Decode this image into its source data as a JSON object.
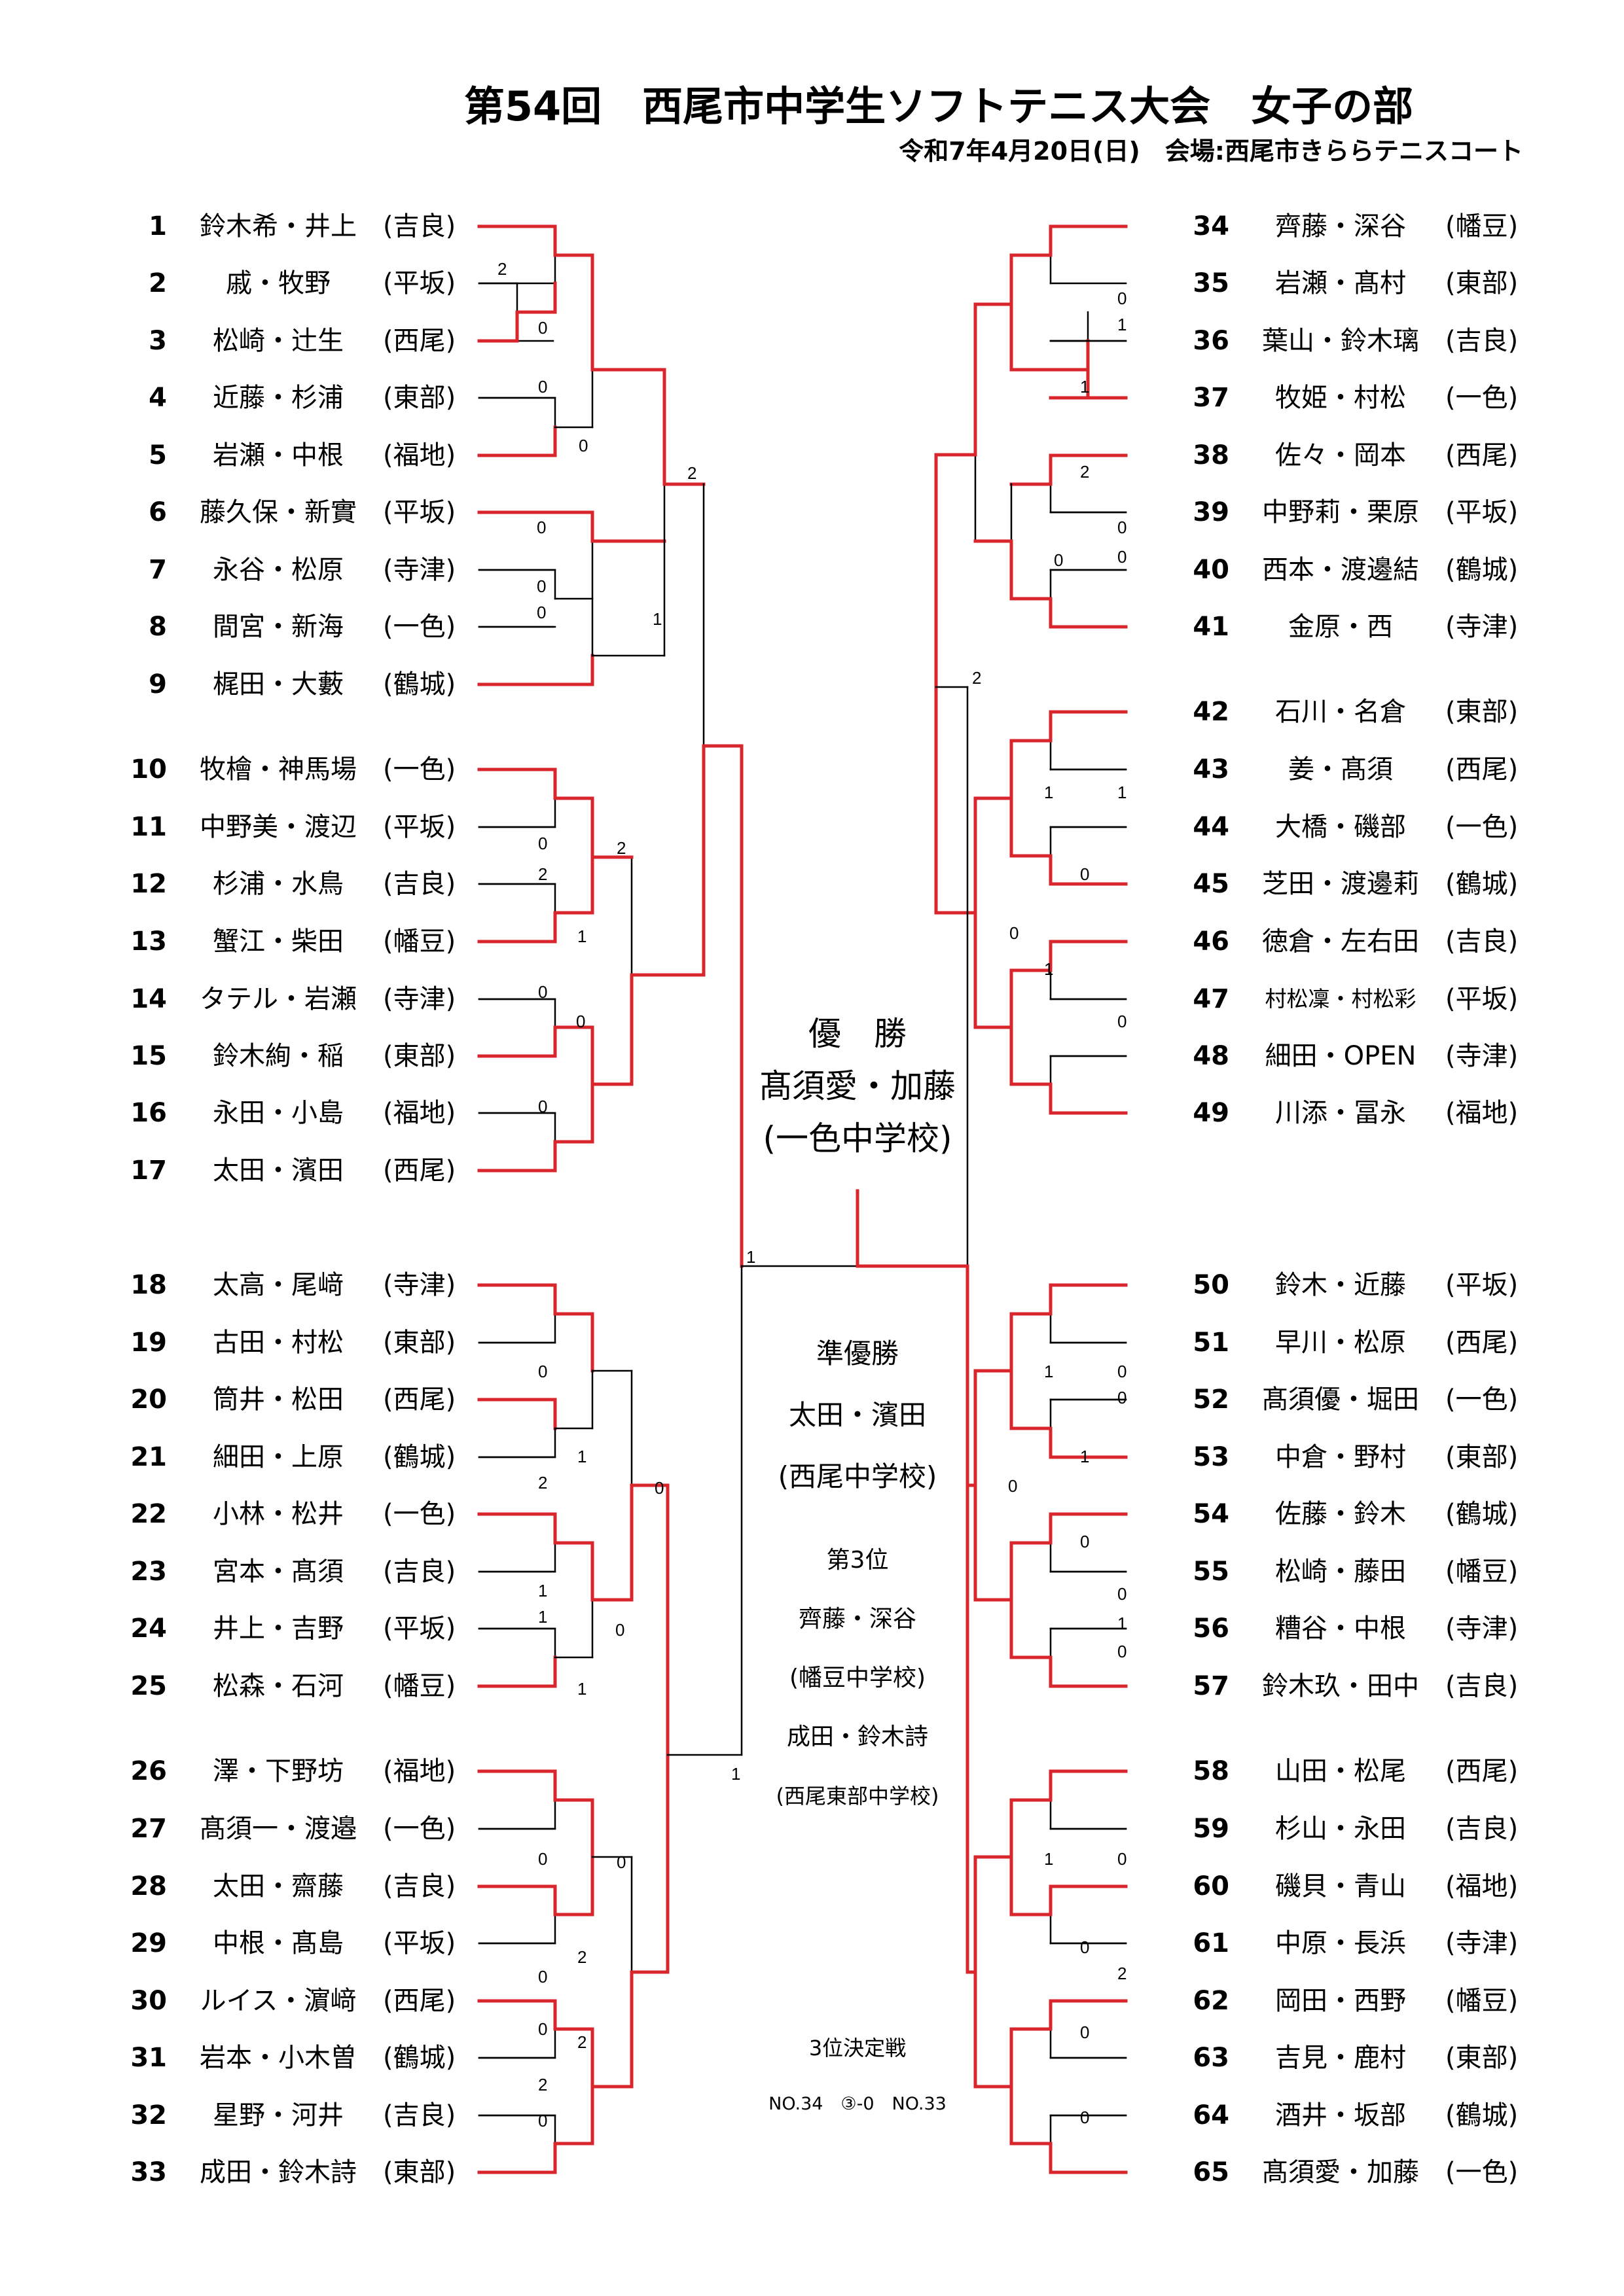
{
  "header": {
    "title": "第54回　西尾市中学生ソフトテニス大会　女子の部",
    "subtitle": "令和7年4月20日(日)　会場:西尾市きららテニスコート"
  },
  "left_entries": [
    {
      "num": "1",
      "names": "鈴木希・井上",
      "school": "(吉良)"
    },
    {
      "num": "2",
      "names": "戚・牧野",
      "school": "(平坂)"
    },
    {
      "num": "3",
      "names": "松崎・辻生",
      "school": "(西尾)"
    },
    {
      "num": "4",
      "names": "近藤・杉浦",
      "school": "(東部)"
    },
    {
      "num": "5",
      "names": "岩瀬・中根",
      "school": "(福地)"
    },
    {
      "num": "6",
      "names": "藤久保・新實",
      "school": "(平坂)"
    },
    {
      "num": "7",
      "names": "永谷・松原",
      "school": "(寺津)"
    },
    {
      "num": "8",
      "names": "間宮・新海",
      "school": "(一色)"
    },
    {
      "num": "9",
      "names": "梶田・大藪",
      "school": "(鶴城)"
    },
    {
      "num": "10",
      "names": "牧檜・神馬場",
      "school": "(一色)"
    },
    {
      "num": "11",
      "names": "中野美・渡辺",
      "school": "(平坂)"
    },
    {
      "num": "12",
      "names": "杉浦・水鳥",
      "school": "(吉良)"
    },
    {
      "num": "13",
      "names": "蟹江・柴田",
      "school": "(幡豆)"
    },
    {
      "num": "14",
      "names": "タテル・岩瀬",
      "school": "(寺津)"
    },
    {
      "num": "15",
      "names": "鈴木絢・稲",
      "school": "(東部)"
    },
    {
      "num": "16",
      "names": "永田・小島",
      "school": "(福地)"
    },
    {
      "num": "17",
      "names": "太田・濱田",
      "school": "(西尾)"
    },
    {
      "num": "18",
      "names": "太高・尾﨑",
      "school": "(寺津)"
    },
    {
      "num": "19",
      "names": "古田・村松",
      "school": "(東部)"
    },
    {
      "num": "20",
      "names": "筒井・松田",
      "school": "(西尾)"
    },
    {
      "num": "21",
      "names": "細田・上原",
      "school": "(鶴城)"
    },
    {
      "num": "22",
      "names": "小林・松井",
      "school": "(一色)"
    },
    {
      "num": "23",
      "names": "宮本・髙須",
      "school": "(吉良)"
    },
    {
      "num": "24",
      "names": "井上・吉野",
      "school": "(平坂)"
    },
    {
      "num": "25",
      "names": "松森・石河",
      "school": "(幡豆)"
    },
    {
      "num": "26",
      "names": "澤・下野坊",
      "school": "(福地)"
    },
    {
      "num": "27",
      "names": "髙須一・渡邉",
      "school": "(一色)"
    },
    {
      "num": "28",
      "names": "太田・齋藤",
      "school": "(吉良)"
    },
    {
      "num": "29",
      "names": "中根・髙島",
      "school": "(平坂)"
    },
    {
      "num": "30",
      "names": "ルイス・濵﨑",
      "school": "(西尾)"
    },
    {
      "num": "31",
      "names": "岩本・小木曽",
      "school": "(鶴城)"
    },
    {
      "num": "32",
      "names": "星野・河井",
      "school": "(吉良)"
    },
    {
      "num": "33",
      "names": "成田・鈴木詩",
      "school": "(東部)"
    }
  ],
  "right_entries": [
    {
      "num": "34",
      "names": "齊藤・深谷",
      "school": "(幡豆)"
    },
    {
      "num": "35",
      "names": "岩瀬・髙村",
      "school": "(東部)"
    },
    {
      "num": "36",
      "names": "葉山・鈴木璃",
      "school": "(吉良)"
    },
    {
      "num": "37",
      "names": "牧姫・村松",
      "school": "(一色)"
    },
    {
      "num": "38",
      "names": "佐々・岡本",
      "school": "(西尾)"
    },
    {
      "num": "39",
      "names": "中野莉・栗原",
      "school": "(平坂)"
    },
    {
      "num": "40",
      "names": "西本・渡邊結",
      "school": "(鶴城)"
    },
    {
      "num": "41",
      "names": "金原・西",
      "school": "(寺津)"
    },
    {
      "num": "42",
      "names": "石川・名倉",
      "school": "(東部)"
    },
    {
      "num": "43",
      "names": "姜・髙須",
      "school": "(西尾)"
    },
    {
      "num": "44",
      "names": "大橋・磯部",
      "school": "(一色)"
    },
    {
      "num": "45",
      "names": "芝田・渡邊莉",
      "school": "(鶴城)"
    },
    {
      "num": "46",
      "names": "徳倉・左右田",
      "school": "(吉良)"
    },
    {
      "num": "47",
      "names": "村松凜・村松彩",
      "school": "(平坂)",
      "small": true
    },
    {
      "num": "48",
      "names": "細田・OPEN",
      "school": "(寺津)"
    },
    {
      "num": "49",
      "names": "川添・冨永",
      "school": "(福地)"
    },
    {
      "num": "50",
      "names": "鈴木・近藤",
      "school": "(平坂)"
    },
    {
      "num": "51",
      "names": "早川・松原",
      "school": "(西尾)"
    },
    {
      "num": "52",
      "names": "髙須優・堀田",
      "school": "(一色)"
    },
    {
      "num": "53",
      "names": "中倉・野村",
      "school": "(東部)"
    },
    {
      "num": "54",
      "names": "佐藤・鈴木",
      "school": "(鶴城)"
    },
    {
      "num": "55",
      "names": "松崎・藤田",
      "school": "(幡豆)"
    },
    {
      "num": "56",
      "names": "糟谷・中根",
      "school": "(寺津)"
    },
    {
      "num": "57",
      "names": "鈴木玖・田中",
      "school": "(吉良)"
    },
    {
      "num": "58",
      "names": "山田・松尾",
      "school": "(西尾)"
    },
    {
      "num": "59",
      "names": "杉山・永田",
      "school": "(吉良)"
    },
    {
      "num": "60",
      "names": "磯貝・青山",
      "school": "(福地)"
    },
    {
      "num": "61",
      "names": "中原・長浜",
      "school": "(寺津)"
    },
    {
      "num": "62",
      "names": "岡田・西野",
      "school": "(幡豆)"
    },
    {
      "num": "63",
      "names": "吉見・鹿村",
      "school": "(東部)"
    },
    {
      "num": "64",
      "names": "酒井・坂部",
      "school": "(鶴城)"
    },
    {
      "num": "65",
      "names": "髙須愛・加藤",
      "school": "(一色)"
    }
  ],
  "scores": [
    "2",
    "0",
    "0",
    "0",
    "2",
    "0",
    "0",
    "0",
    "1",
    "0",
    "2",
    "2",
    "1",
    "0",
    "0",
    "0",
    "0",
    "1",
    "2",
    "1",
    "1",
    "0",
    "0",
    "1",
    "1",
    "0",
    "0",
    "0",
    "2",
    "0",
    "2",
    "2",
    "0",
    "1",
    "0",
    "1",
    "1",
    "2",
    "0",
    "0",
    "0",
    "2",
    "1",
    "1",
    "0",
    "0",
    "1",
    "0",
    "1",
    "0",
    "0",
    "1",
    "0",
    "0",
    "0",
    "1",
    "0",
    "1",
    "0",
    "0",
    "2",
    "0",
    "0"
  ],
  "center": {
    "champion_label": "優　勝",
    "champion_names": "髙須愛・加藤",
    "champion_school": "(一色中学校)",
    "runnerup_label": "準優勝",
    "runnerup_names": "太田・濱田",
    "runnerup_school": "(西尾中学校)",
    "third_label": "第3位",
    "third1_names": "齊藤・深谷",
    "third1_school": "(幡豆中学校)",
    "third2_names": "成田・鈴木詩",
    "third2_school": "(西尾東部中学校)",
    "playoff_label": "3位決定戦",
    "playoff_result": "NO.34　③-0　NO.33"
  },
  "colors": {
    "win_line": "#d9262c",
    "line": "#000000"
  }
}
